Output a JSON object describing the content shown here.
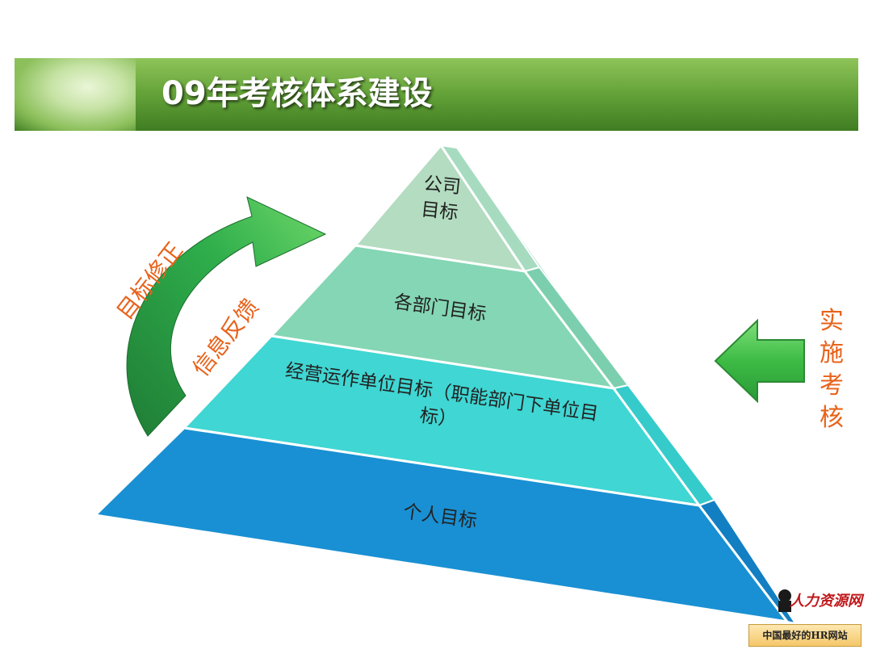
{
  "slide": {
    "title": "09年考核体系建设"
  },
  "pyramid": {
    "tiers": [
      {
        "label": "公司\n目标",
        "color": "#b3dcc0"
      },
      {
        "label": "各部门目标",
        "color": "#84d6b4"
      },
      {
        "label": "经营运作单位目标（职能部门下单位目标）",
        "color": "#3fd6d3"
      },
      {
        "label": "个人目标",
        "color": "#1990d3"
      }
    ]
  },
  "feedback_arrow": {
    "outer_label": "目标修正",
    "inner_label": "信息反馈",
    "color": "#2ea84a"
  },
  "implement_arrow": {
    "label": "实施考核",
    "color": "#4cbf4c"
  },
  "watermark": {
    "text": "人力资源网",
    "badge": "中国最好的HR网站"
  }
}
